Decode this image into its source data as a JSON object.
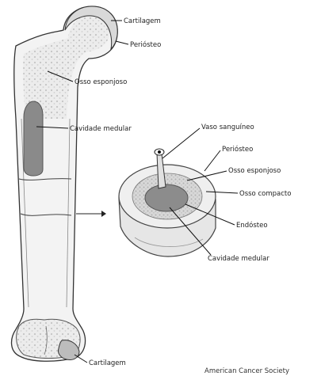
{
  "labels": {
    "femur_top_cartilage": "Cartilagem",
    "femur_periosteum": "Periósteo",
    "femur_spongy": "Osso esponjoso",
    "femur_medullary": "Cavidade medular",
    "femur_bottom_cartilage": "Cartilagem",
    "section_vessel": "Vaso sanguíneo",
    "section_periosteum": "Periósteo",
    "section_spongy": "Osso esponjoso",
    "section_compact": "Osso compacto",
    "section_endosteum": "Endósteo",
    "section_medullary": "Cavidade medular"
  },
  "credit": "American Cancer Society"
}
